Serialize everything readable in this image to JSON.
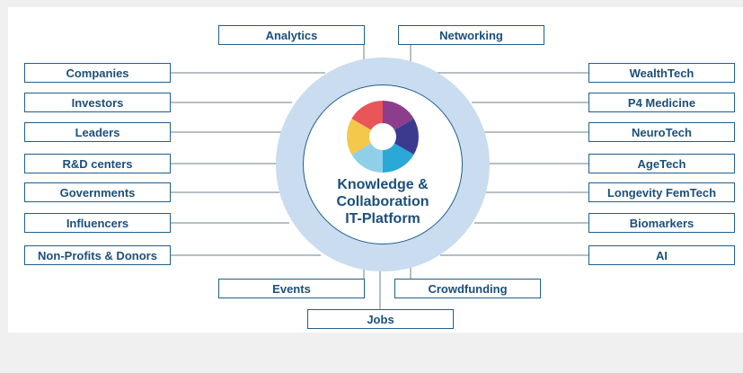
{
  "hub": {
    "line1": "Knowledge &",
    "line2": "Collaboration",
    "line3": "IT-Platform"
  },
  "top": {
    "analytics": "Analytics",
    "networking": "Networking"
  },
  "left": [
    "Companies",
    "Investors",
    "Leaders",
    "R&D centers",
    "Governments",
    "Influencers",
    "Non-Profits & Donors"
  ],
  "right": [
    "WealthTech",
    "P4 Medicine",
    "NeuroTech",
    "AgeTech",
    "Longevity FemTech",
    "Biomarkers",
    "AI"
  ],
  "bottom": {
    "events": "Events",
    "crowdfunding": "Crowdfunding",
    "jobs": "Jobs"
  },
  "colors": {
    "box_border": "#1f5f8c",
    "text": "#1b4f7a",
    "ring": "#c9dcf0",
    "lines": "#6f7f8a"
  }
}
